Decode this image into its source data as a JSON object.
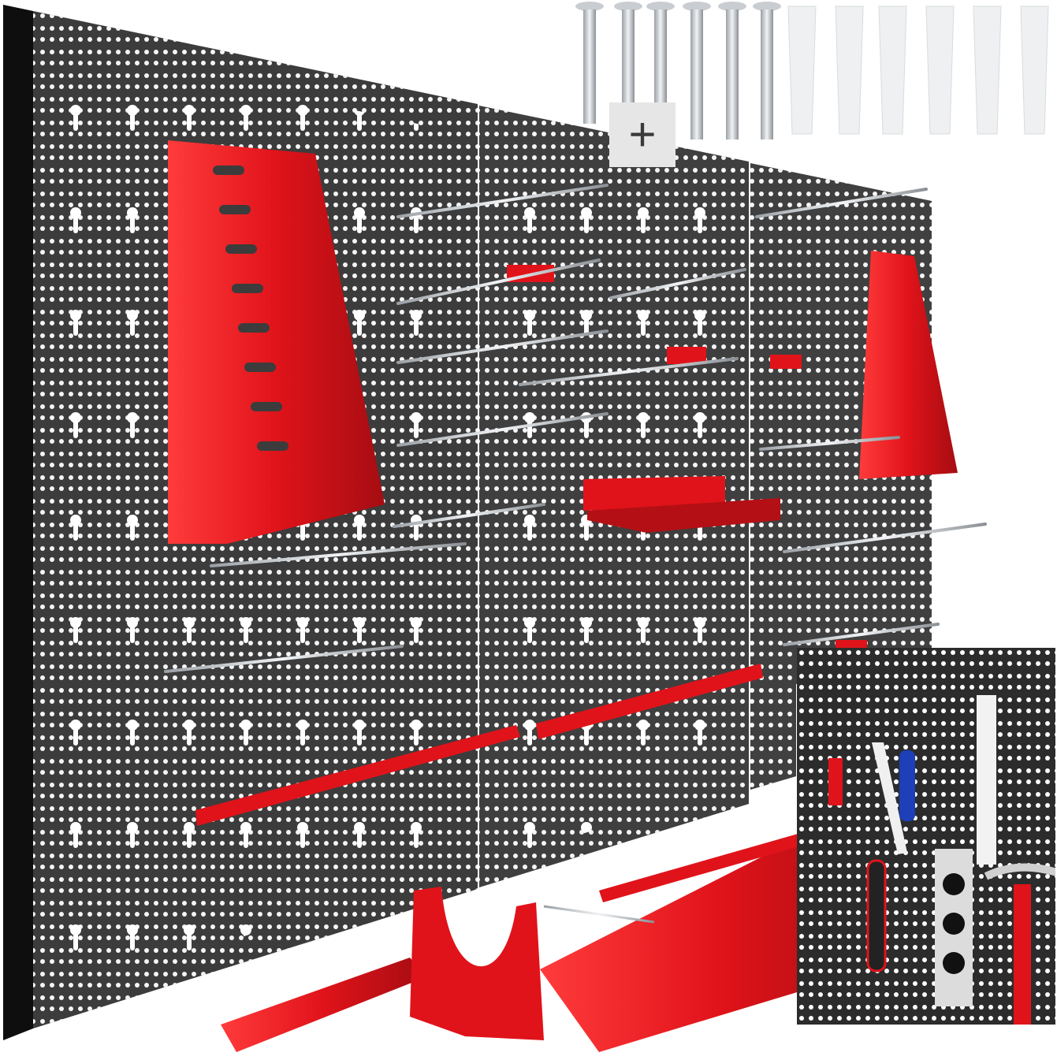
{
  "image": {
    "subject": "Wall-mounted metal pegboard tool organizer set",
    "description": "Three black perforated steel pegboard panels with red tool holders, chrome hooks, wall screws and plastic dowels, plus loose accessories and an inset showing mounted tools",
    "colors": {
      "background": "#ffffff",
      "panel": "#3c3c3c",
      "panel_edge": "#0e0e0e",
      "holes": "#ffffff",
      "accessory_red": "#e0131a",
      "accessory_dark_red": "#a50d12",
      "chrome": "#c9cdd2",
      "dowel": "#eef0f2",
      "badge": "#e6e6e6"
    }
  },
  "hardware": {
    "screws_count": 6,
    "dowels_count": 6,
    "plus_symbol": "+"
  },
  "panels": [
    {
      "name": "left-panel"
    },
    {
      "name": "center-panel"
    },
    {
      "name": "right-panel"
    }
  ],
  "accessories": [
    "large-wrench-rack",
    "small-wrench-rack",
    "chrome-hooks",
    "short-red-hook-brackets",
    "red-shelf",
    "screwdriver-rack-strips",
    "bit-holder-block",
    "u-shaped-bracket",
    "angled-wrench-holder"
  ],
  "inset": {
    "tools": [
      "pliers-grip",
      "utility-knife",
      "blue-screwdriver",
      "clamp",
      "ratchet-wrench",
      "spirit-level",
      "claw-hammer"
    ]
  }
}
